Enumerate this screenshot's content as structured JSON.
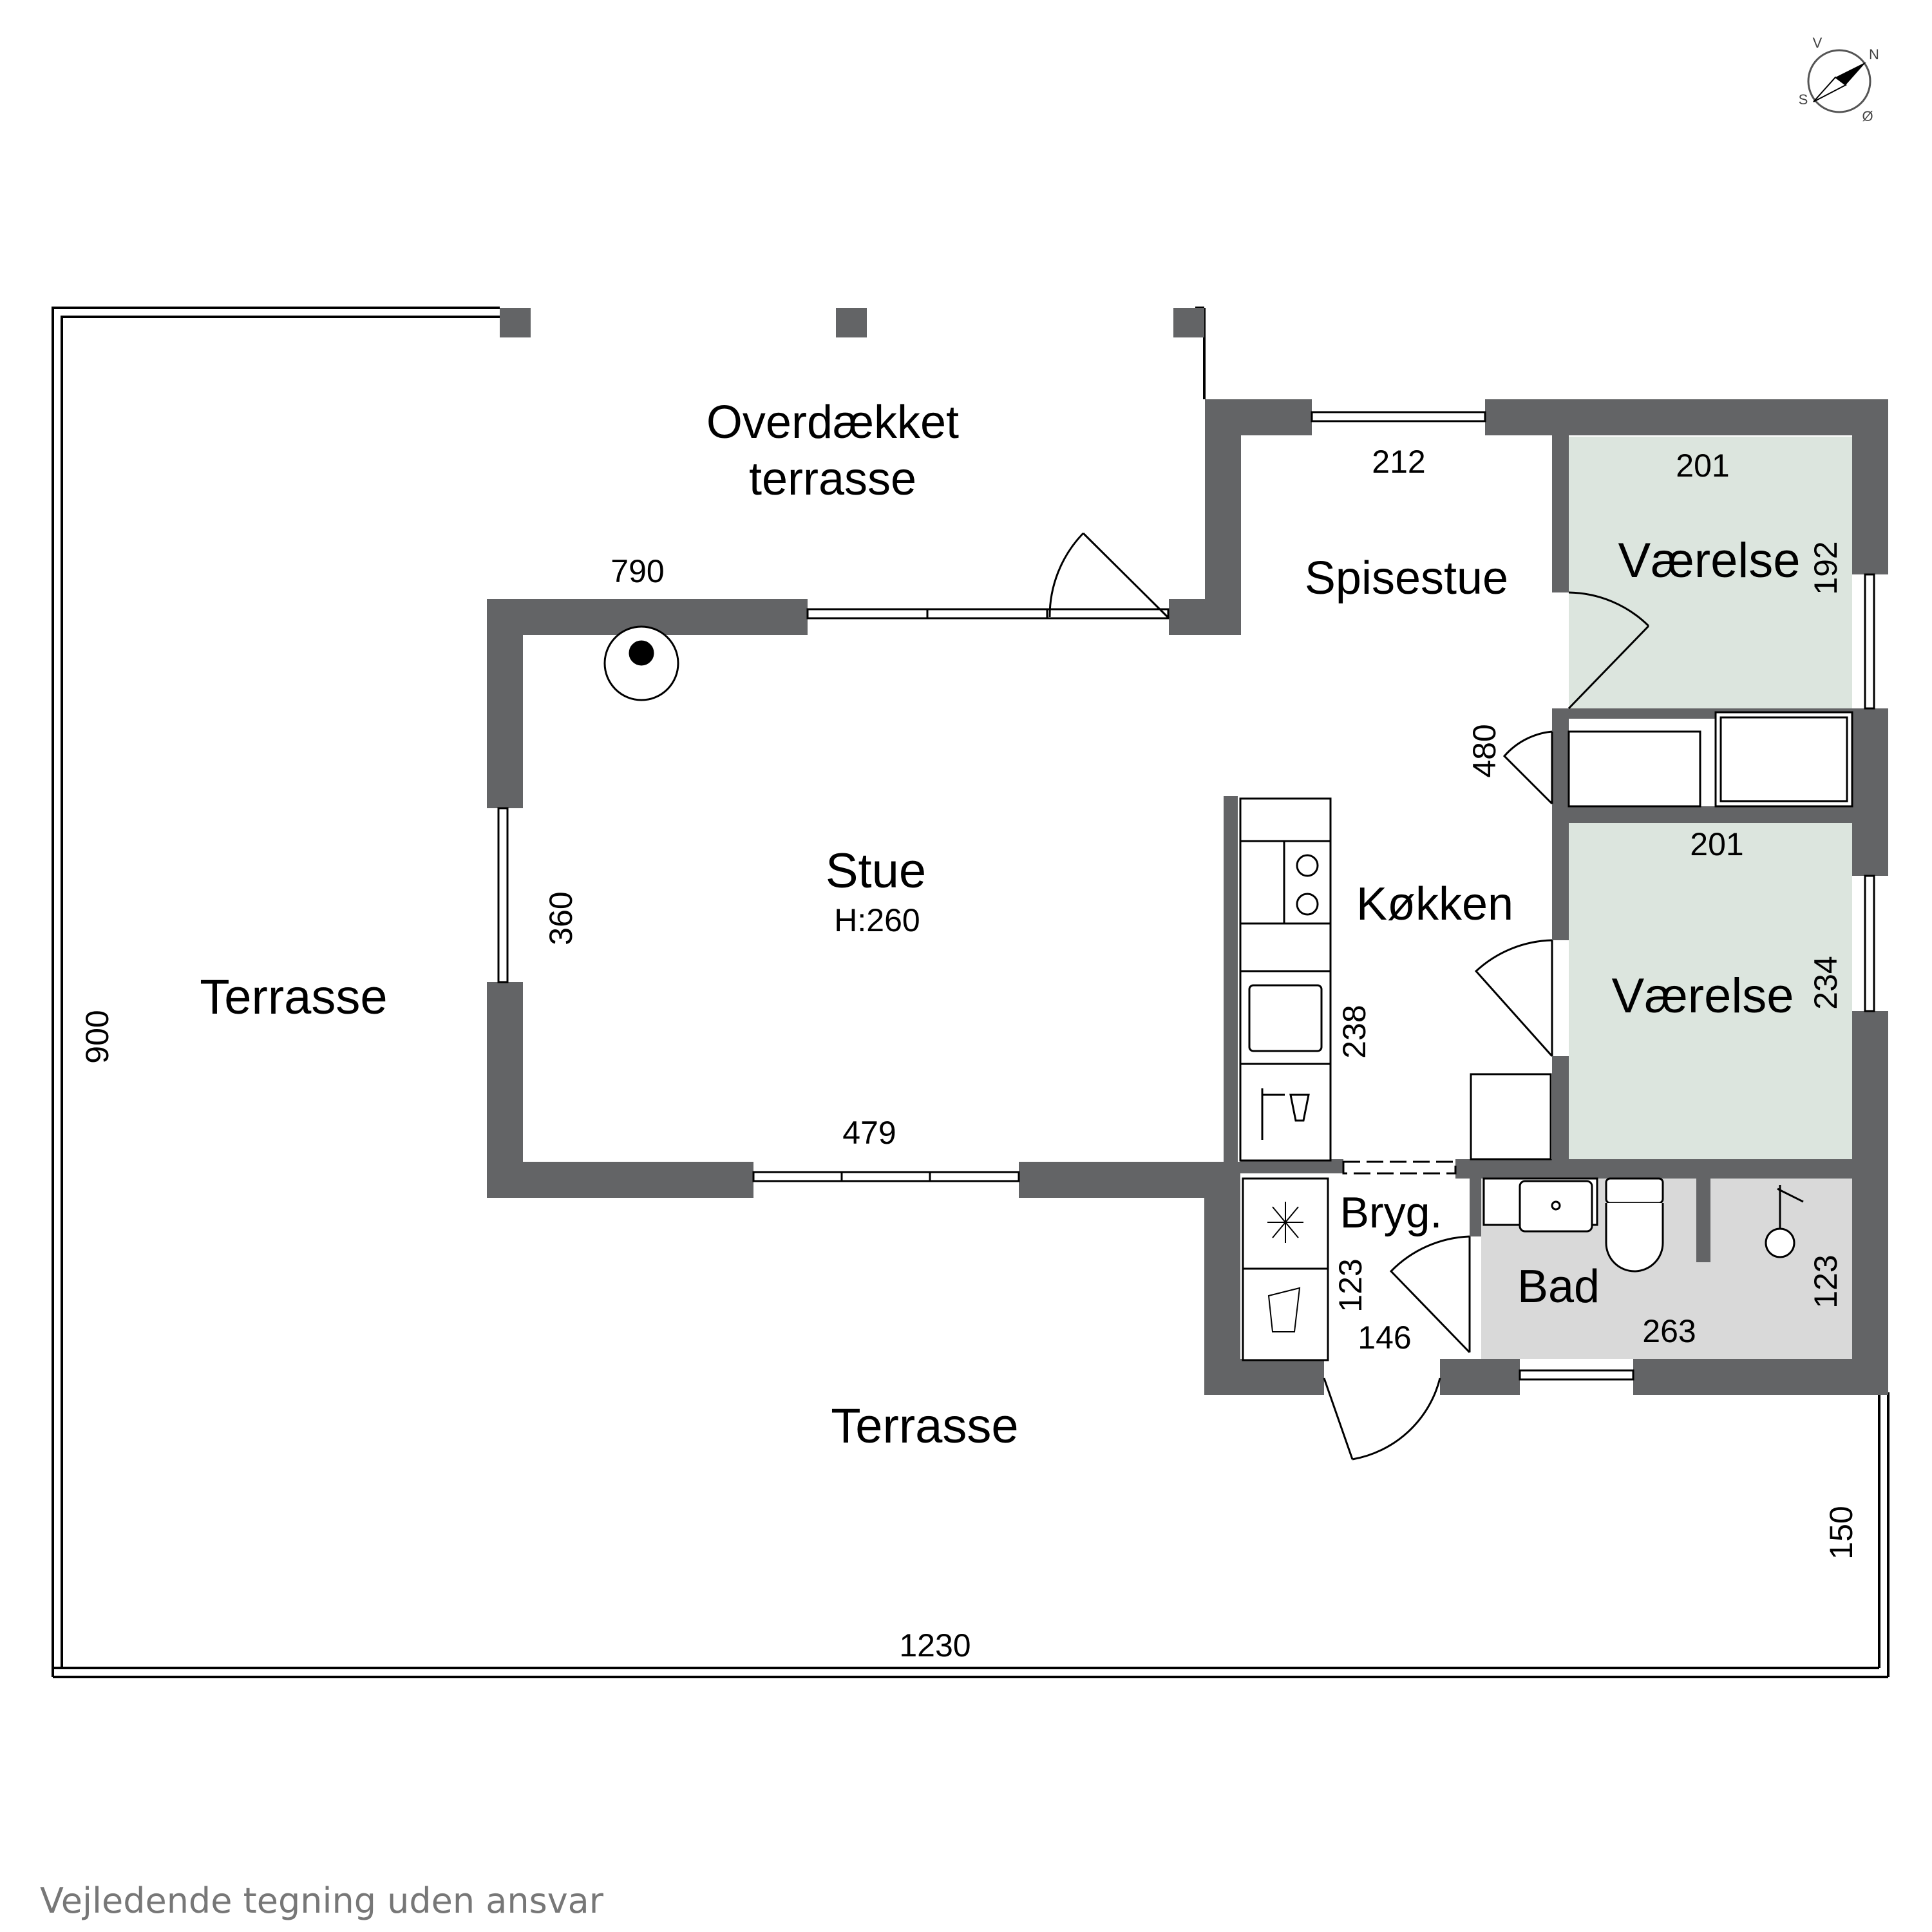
{
  "colors": {
    "wall": "#636466",
    "bedroom_fill": "#dce5de",
    "bath_fill": "#d9d9d9",
    "line": "#000000",
    "text": "#000000",
    "disclaimer": "#777777"
  },
  "rooms": {
    "covered_terrace_line1": "Overdækket",
    "covered_terrace_line2": "terrasse",
    "terrace_west": "Terrasse",
    "terrace_south": "Terrasse",
    "living": "Stue",
    "living_height": "H:260",
    "dining": "Spisestue",
    "kitchen": "Køkken",
    "bedroom_1": "Værelse",
    "bedroom_2": "Værelse",
    "utility": "Bryg.",
    "bath": "Bad"
  },
  "dimensions": {
    "covered_terrace_width": "790",
    "dining_width": "212",
    "bedroom1_width": "201",
    "bedroom1_depth": "192",
    "bedroom2_width": "201",
    "bedroom2_depth": "234",
    "hall_length": "480",
    "living_depth": "360",
    "living_width": "479",
    "kitchen_length": "238",
    "utility_depth": "123",
    "utility_width": "146",
    "bath_width": "263",
    "bath_depth": "123",
    "overall_depth": "900",
    "overall_width": "1230",
    "terrace_east_depth": "150"
  },
  "compass": {
    "north": "N",
    "east": "Ø",
    "south": "S",
    "west": "V"
  },
  "footer": {
    "disclaimer": "Vejledende tegning uden ansvar"
  }
}
